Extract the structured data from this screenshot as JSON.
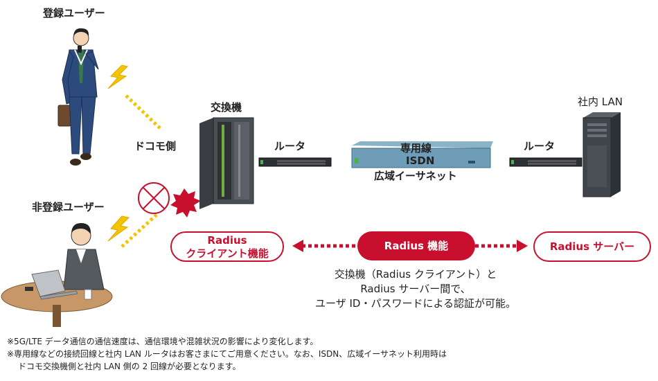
{
  "labels": {
    "registered_user": "登録ユーザー",
    "unregistered_user": "非登録ユーザー",
    "docomo_side": "ドコモ側",
    "exchange": "交換機",
    "router_left": "ルータ",
    "router_right": "ルータ",
    "network_line1": "専用線",
    "network_line2": "ISDN",
    "network_line3": "広域イーサネット",
    "internal_lan": "社内 LAN"
  },
  "pills": {
    "client_line1": "Radius",
    "client_line2": "クライアント機能",
    "function": "Radius 機能",
    "server": "Radius サーバー"
  },
  "description": {
    "line1": "交換機（Radius クライアント）と",
    "line2": "Radius サーバー間で、",
    "line3": "ユーザ ID・パスワードによる認証が可能。"
  },
  "notes": {
    "note1": "※5G/LTE データ通信の通信速度は、通信環境や混雑状況の影響により変化します。",
    "note2": "※専用線などの接続回線と社内 LAN ルータはお客さまにてご用意ください。なお、ISDN、広域イーサネット利用時は",
    "note3": "ドコモ交換機側と社内 LAN 側の 2 回線が必要となります。"
  },
  "colors": {
    "accent": "#c8102e",
    "lightning": "#f2c500"
  }
}
